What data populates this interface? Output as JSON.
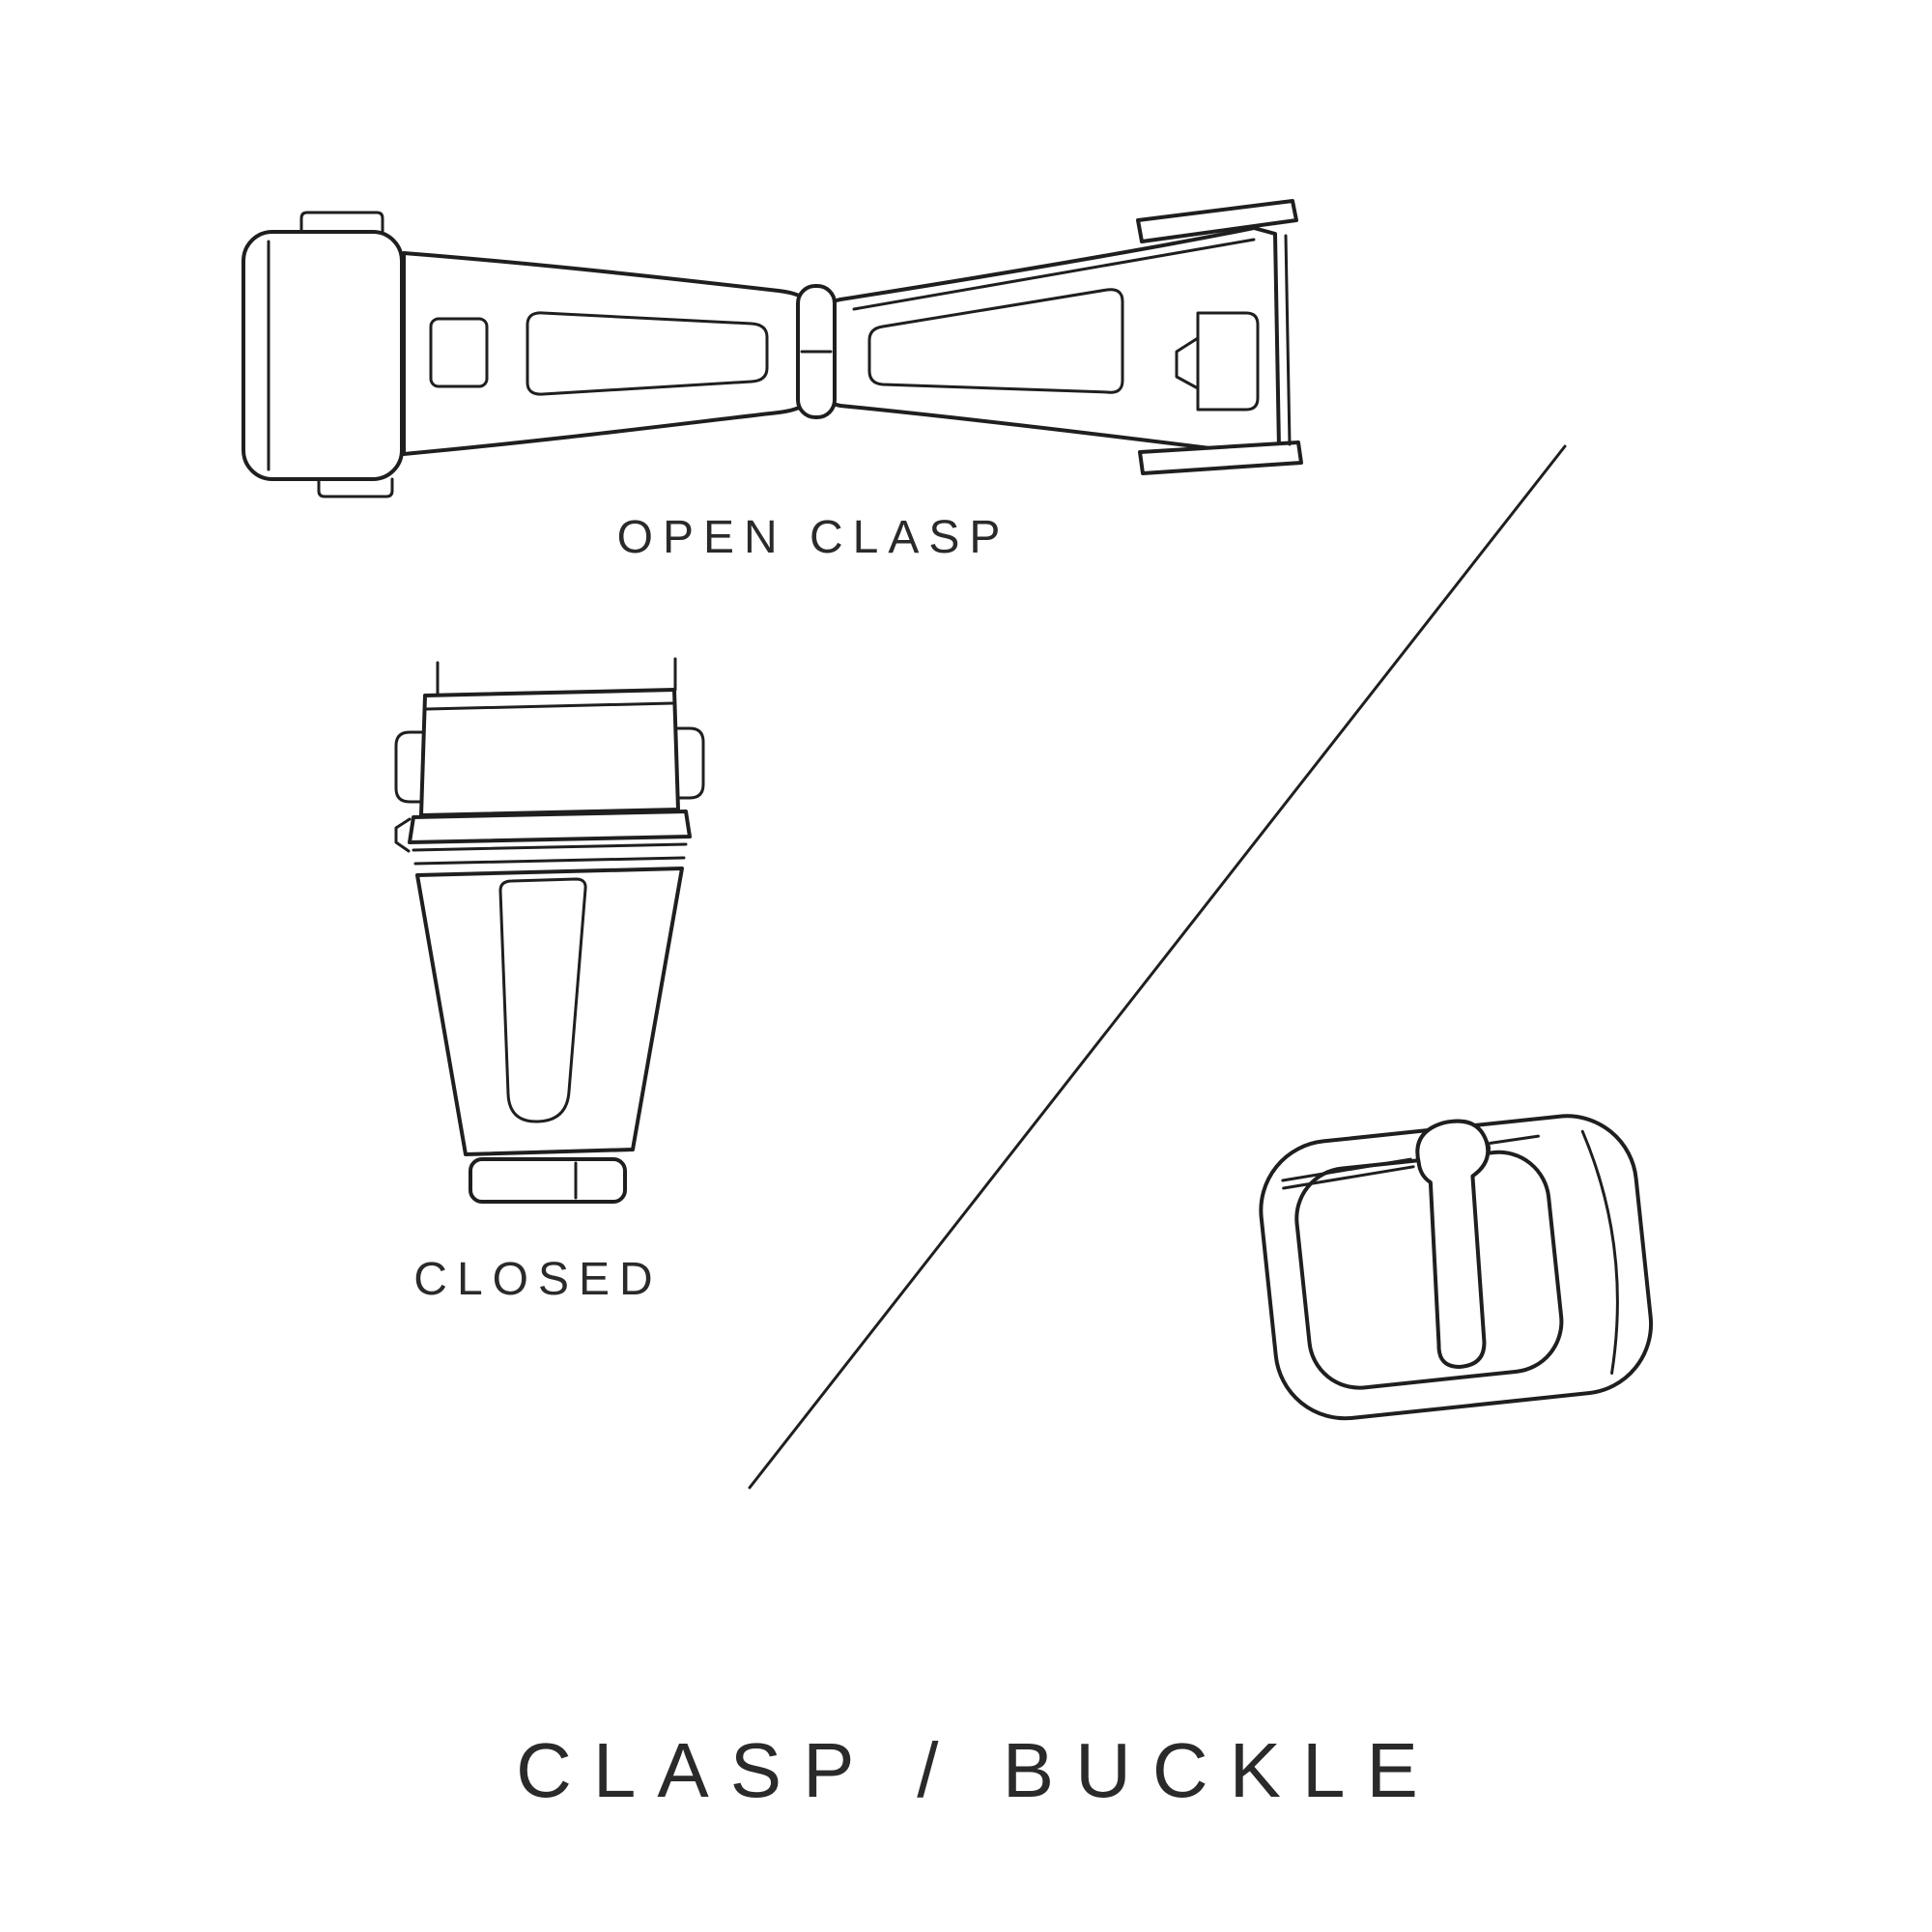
{
  "colors": {
    "background": "#ffffff",
    "line": "#1f1f1f",
    "text": "#2a2a2a"
  },
  "labels": {
    "open_clasp": "OPEN CLASP",
    "closed": "CLOSED",
    "title": "CLASP / BUCKLE"
  },
  "figures": [
    {
      "name": "open-clasp-diagram",
      "caption": "OPEN CLASP"
    },
    {
      "name": "closed-clasp-diagram",
      "caption": "CLOSED"
    },
    {
      "name": "buckle-diagram",
      "caption": ""
    }
  ]
}
